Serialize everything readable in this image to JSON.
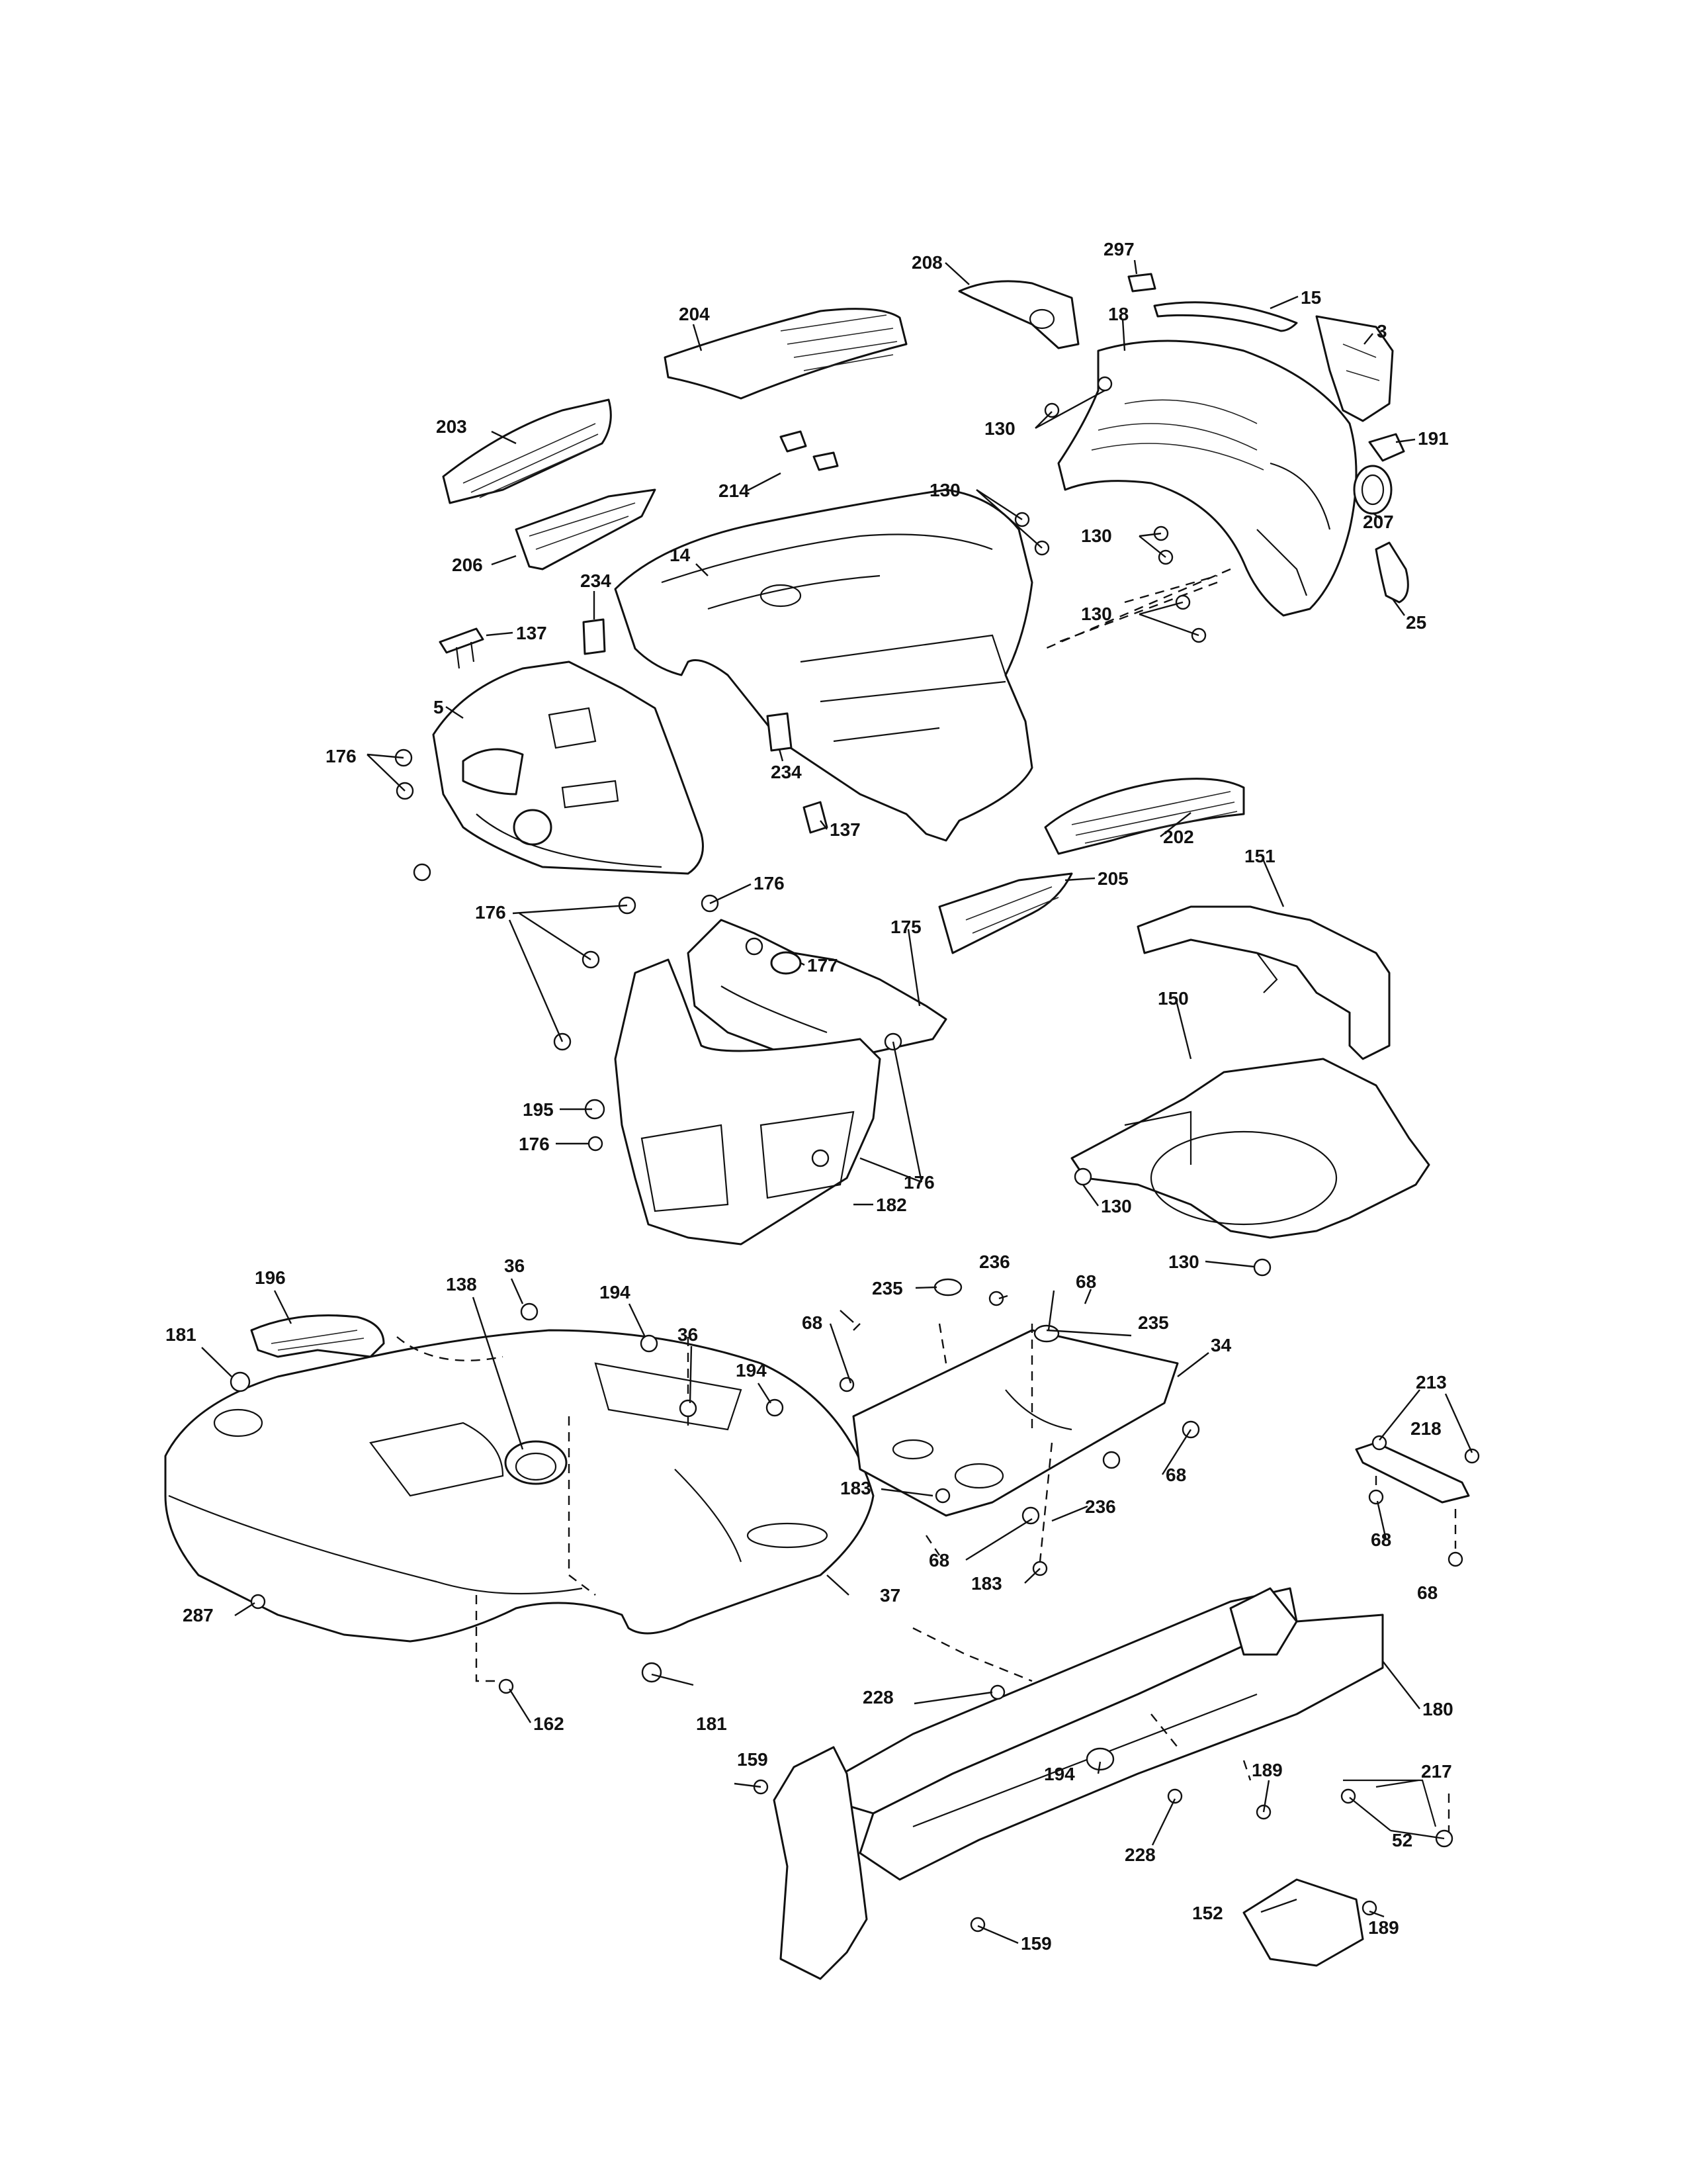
{
  "callouts": [
    {
      "id": "c297",
      "text": "297"
    },
    {
      "id": "c208",
      "text": "208"
    },
    {
      "id": "c15",
      "text": "15"
    },
    {
      "id": "c204",
      "text": "204"
    },
    {
      "id": "c18",
      "text": "18"
    },
    {
      "id": "c3",
      "text": "3"
    },
    {
      "id": "c203",
      "text": "203"
    },
    {
      "id": "c130a",
      "text": "130"
    },
    {
      "id": "c191",
      "text": "191"
    },
    {
      "id": "c214",
      "text": "214"
    },
    {
      "id": "c130b",
      "text": "130"
    },
    {
      "id": "c207",
      "text": "207"
    },
    {
      "id": "c14",
      "text": "14"
    },
    {
      "id": "c130c",
      "text": "130"
    },
    {
      "id": "c206",
      "text": "206"
    },
    {
      "id": "c234a",
      "text": "234"
    },
    {
      "id": "c130d",
      "text": "130"
    },
    {
      "id": "c25",
      "text": "25"
    },
    {
      "id": "c137a",
      "text": "137"
    },
    {
      "id": "c5",
      "text": "5"
    },
    {
      "id": "c176a",
      "text": "176"
    },
    {
      "id": "c234b",
      "text": "234"
    },
    {
      "id": "c137b",
      "text": "137"
    },
    {
      "id": "c202",
      "text": "202"
    },
    {
      "id": "c176b",
      "text": "176"
    },
    {
      "id": "c205",
      "text": "205"
    },
    {
      "id": "c151",
      "text": "151"
    },
    {
      "id": "c176c",
      "text": "176"
    },
    {
      "id": "c175",
      "text": "175"
    },
    {
      "id": "c177",
      "text": "177"
    },
    {
      "id": "c150",
      "text": "150"
    },
    {
      "id": "c195",
      "text": "195"
    },
    {
      "id": "c176d",
      "text": "176"
    },
    {
      "id": "c176e",
      "text": "176"
    },
    {
      "id": "c182",
      "text": "182"
    },
    {
      "id": "c130e",
      "text": "130"
    },
    {
      "id": "c130f",
      "text": "130"
    },
    {
      "id": "c196",
      "text": "196"
    },
    {
      "id": "c36a",
      "text": "36"
    },
    {
      "id": "c138",
      "text": "138"
    },
    {
      "id": "c194a",
      "text": "194"
    },
    {
      "id": "c36b",
      "text": "36"
    },
    {
      "id": "c181a",
      "text": "181"
    },
    {
      "id": "c194b",
      "text": "194"
    },
    {
      "id": "c235a",
      "text": "235"
    },
    {
      "id": "c236a",
      "text": "236"
    },
    {
      "id": "c68a",
      "text": "68"
    },
    {
      "id": "c68b",
      "text": "68"
    },
    {
      "id": "c235b",
      "text": "235"
    },
    {
      "id": "c34",
      "text": "34"
    },
    {
      "id": "c213",
      "text": "213"
    },
    {
      "id": "c218",
      "text": "218"
    },
    {
      "id": "c183a",
      "text": "183"
    },
    {
      "id": "c68c",
      "text": "68"
    },
    {
      "id": "c68d",
      "text": "68"
    },
    {
      "id": "c236b",
      "text": "236"
    },
    {
      "id": "c68e",
      "text": "68"
    },
    {
      "id": "c183b",
      "text": "183"
    },
    {
      "id": "c68f",
      "text": "68"
    },
    {
      "id": "c287",
      "text": "287"
    },
    {
      "id": "c37",
      "text": "37"
    },
    {
      "id": "c228a",
      "text": "228"
    },
    {
      "id": "c180",
      "text": "180"
    },
    {
      "id": "c162",
      "text": "162"
    },
    {
      "id": "c181b",
      "text": "181"
    },
    {
      "id": "c159a",
      "text": "159"
    },
    {
      "id": "c194c",
      "text": "194"
    },
    {
      "id": "c217",
      "text": "217"
    },
    {
      "id": "c189a",
      "text": "189"
    },
    {
      "id": "c228b",
      "text": "228"
    },
    {
      "id": "c52",
      "text": "52"
    },
    {
      "id": "c152",
      "text": "152"
    },
    {
      "id": "c189b",
      "text": "189"
    },
    {
      "id": "c159b",
      "text": "159"
    }
  ]
}
